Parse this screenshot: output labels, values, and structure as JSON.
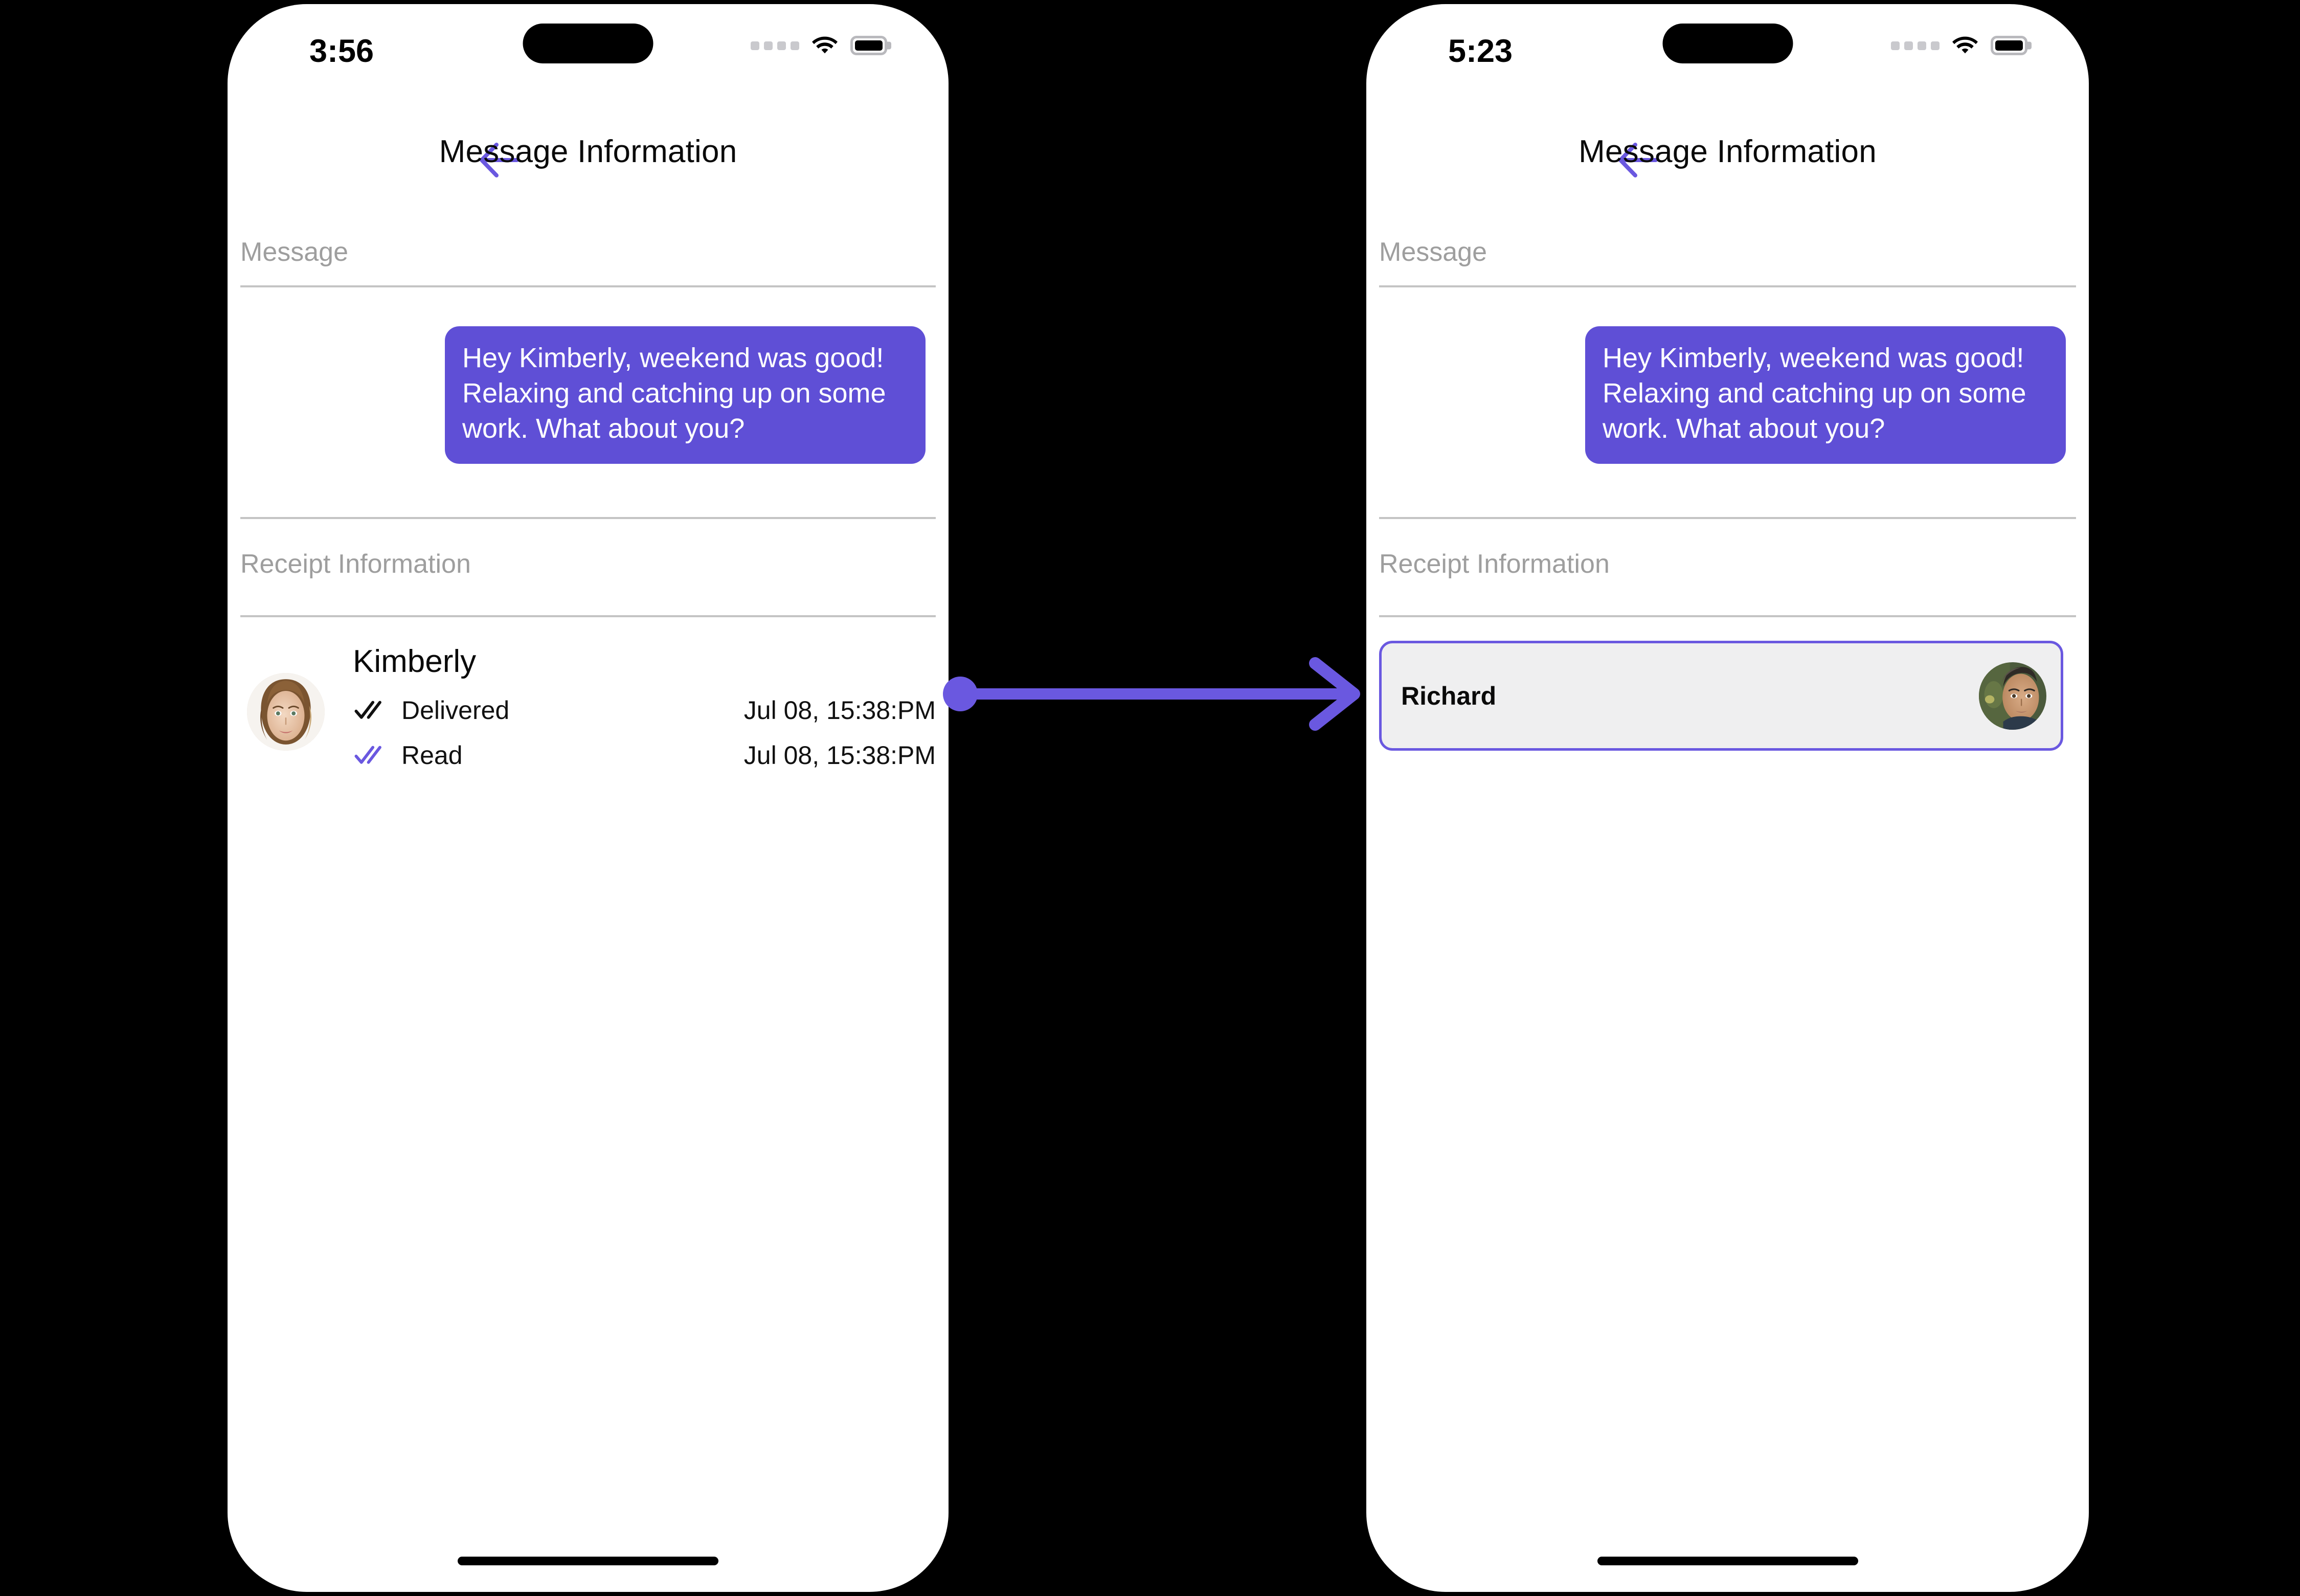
{
  "accent_color": "#5f4fd6",
  "arrow_color": "#6a58e0",
  "bubble_color": "#5f4fd6",
  "card_bg_color": "#efeff0",
  "screens": [
    {
      "id": "before",
      "status": {
        "time": "3:56",
        "signal_icon": "signal-dots-icon",
        "wifi_icon": "wifi-icon",
        "battery_icon": "battery-full-icon"
      },
      "nav": {
        "back_icon": "back-arrow-icon",
        "title": "Message Information"
      },
      "sections": {
        "message_label": "Message",
        "receipt_label": "Receipt Information"
      },
      "message": {
        "text": "Hey Kimberly, weekend was good!  Relaxing and catching up on some work. What about you?"
      },
      "receipt": {
        "name": "Kimberly",
        "avatar_icon": "avatar-kimberly",
        "rows": [
          {
            "check_icon": "double-check-delivered-icon",
            "status": "Delivered",
            "timestamp": "Jul 08, 15:38:PM",
            "check_color": "#111111"
          },
          {
            "check_icon": "double-check-read-icon",
            "status": "Read",
            "timestamp": "Jul 08, 15:38:PM",
            "check_color": "#5f4fd6"
          }
        ]
      }
    },
    {
      "id": "after",
      "status": {
        "time": "5:23",
        "signal_icon": "signal-dots-icon",
        "wifi_icon": "wifi-icon",
        "battery_icon": "battery-full-icon"
      },
      "nav": {
        "back_icon": "back-arrow-icon",
        "title": "Message Information"
      },
      "sections": {
        "message_label": "Message",
        "receipt_label": "Receipt Information"
      },
      "message": {
        "text": "Hey Kimberly, weekend was good!  Relaxing and catching up on some work. What about you?"
      },
      "contact_card": {
        "name": "Richard",
        "avatar_icon": "avatar-richard",
        "selected": true
      }
    }
  ],
  "annotation": {
    "icon": "arrow-right-icon",
    "start_dot": "start-dot"
  }
}
